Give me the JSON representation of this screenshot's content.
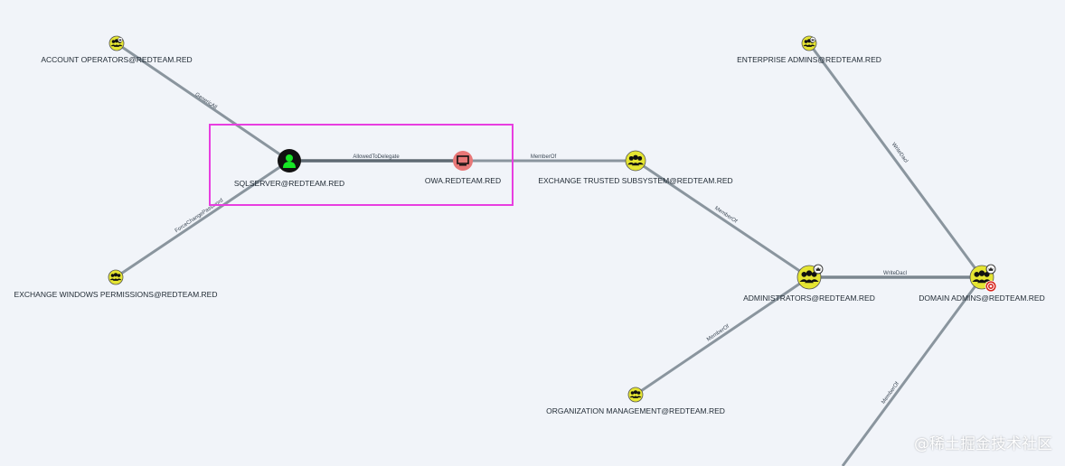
{
  "colors": {
    "background": "#f1f4f9",
    "edge": "#8a959e",
    "group_node": "#e5e532",
    "user_node": "#17e625",
    "computer_node": "#e77777",
    "highlight_box": "#e83ee0",
    "target_badge": "#d7261f"
  },
  "nodes": {
    "account_operators": {
      "label": "ACCOUNT OPERATORS@REDTEAM.RED",
      "type": "group",
      "icon": "group-icon"
    },
    "sqlserver": {
      "label": "SQLSERVER@REDTEAM.RED",
      "type": "user",
      "icon": "user-icon"
    },
    "owa": {
      "label": "OWA.REDTEAM.RED",
      "type": "computer",
      "icon": "computer-icon"
    },
    "exchange_trusted": {
      "label": "EXCHANGE TRUSTED SUBSYSTEM@REDTEAM.RED",
      "type": "group",
      "icon": "group-icon"
    },
    "exchange_windows": {
      "label": "EXCHANGE WINDOWS PERMISSIONS@REDTEAM.RED",
      "type": "group",
      "icon": "group-icon"
    },
    "enterprise_admins": {
      "label": "ENTERPRISE ADMINS@REDTEAM.RED",
      "type": "group",
      "icon": "group-icon",
      "high_value": true
    },
    "administrators": {
      "label": "ADMINISTRATORS@REDTEAM.RED",
      "type": "group",
      "icon": "group-icon",
      "high_value": true
    },
    "domain_admins": {
      "label": "DOMAIN ADMINS@REDTEAM.RED",
      "type": "group",
      "icon": "group-icon",
      "high_value": true,
      "target": true
    },
    "org_management": {
      "label": "ORGANIZATION MANAGEMENT@REDTEAM.RED",
      "type": "group",
      "icon": "group-icon"
    }
  },
  "edges": {
    "e1": {
      "label": "GenericAll",
      "from": "account_operators",
      "to": "sqlserver"
    },
    "e2": {
      "label": "AllowedToDelegate",
      "from": "sqlserver",
      "to": "owa"
    },
    "e3": {
      "label": "MemberOf",
      "from": "owa",
      "to": "exchange_trusted"
    },
    "e4": {
      "label": "ForceChangePassword",
      "from": "exchange_windows",
      "to": "sqlserver"
    },
    "e5": {
      "label": "MemberOf",
      "from": "exchange_trusted",
      "to": "administrators"
    },
    "e6": {
      "label": "WriteDacl",
      "from": "administrators",
      "to": "domain_admins"
    },
    "e7": {
      "label": "WriteDacl",
      "from": "enterprise_admins",
      "to": "domain_admins"
    },
    "e8": {
      "label": "MemberOf",
      "from": "org_management",
      "to": "administrators"
    },
    "e9": {
      "label": "MemberOf",
      "from": "off-screen",
      "to": "domain_admins"
    }
  },
  "watermark": "@稀土掘金技术社区"
}
